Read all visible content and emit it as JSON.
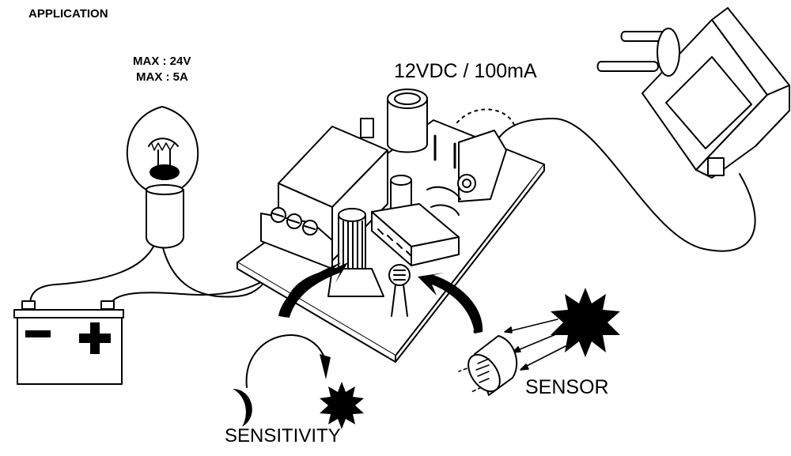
{
  "page": {
    "title": "APPLICATION"
  },
  "lamp": {
    "spec_line1": "MAX : 24V",
    "spec_line2": "MAX : 5A"
  },
  "power_supply": {
    "label": "12VDC / 100mA"
  },
  "sensor": {
    "label": "SENSOR"
  },
  "sensitivity": {
    "label": "SENSITIVITY"
  },
  "battery": {
    "negative_symbol": "minus-icon",
    "positive_symbol": "plus-icon"
  },
  "colors": {
    "ink": "#000000",
    "paper": "#ffffff"
  }
}
